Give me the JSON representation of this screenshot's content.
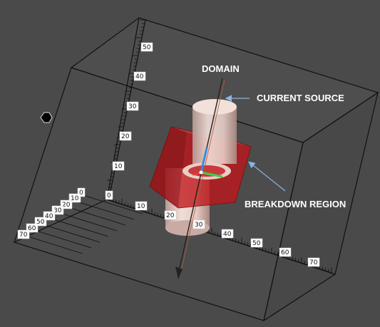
{
  "annotations": {
    "domain": "DOMAIN",
    "current_source": "CURRENT SOURCE",
    "breakdown_region": "BREAKDOWN REGION"
  },
  "axes": {
    "vertical_ticks": [
      "0",
      "10",
      "20",
      "30",
      "40",
      "50"
    ],
    "depth_ticks": [
      "0",
      "10",
      "20",
      "30",
      "40",
      "50",
      "60",
      "70"
    ],
    "horizontal_ticks": [
      "10",
      "20",
      "30",
      "40",
      "50",
      "60",
      "70"
    ]
  },
  "colors": {
    "background": "#4a4a4a",
    "box_edge": "#111111",
    "cylinder": "#e8cfc8",
    "breakdown_region": "#c0161b",
    "annotation_text": "#ffffff",
    "arrow": "#8db4e2"
  }
}
